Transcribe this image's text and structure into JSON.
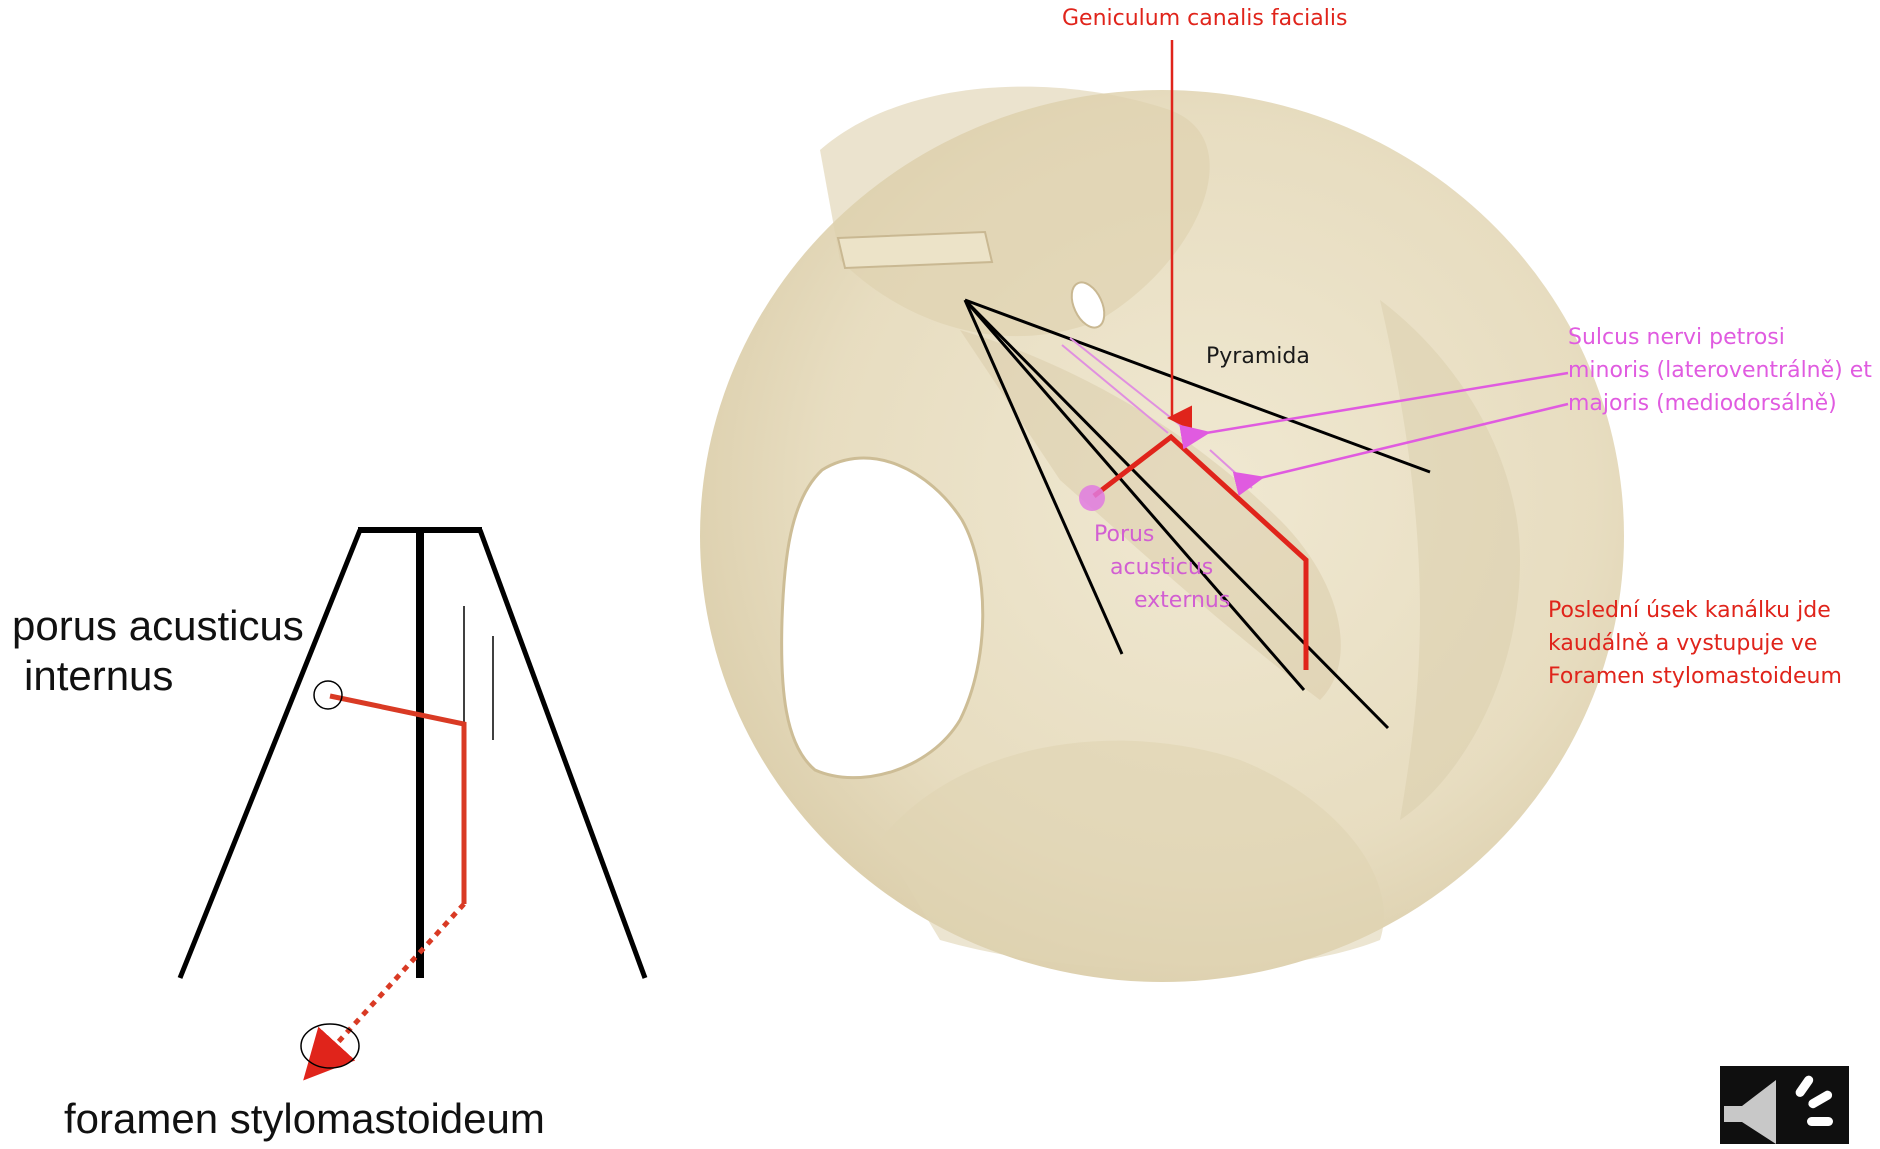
{
  "schematic": {
    "label_porus_line1": "porus acusticus",
    "label_porus_line2": "internus",
    "label_foramen": "foramen stylomastoideum"
  },
  "skull_image": {
    "label_geniculum": "Geniculum canalis facialis",
    "label_pyramida": "Pyramida",
    "label_sulcus_line1": "Sulcus nervi petrosi",
    "label_sulcus_line2": "minoris (lateroventrálně) et",
    "label_sulcus_line3": "majoris (mediodorsálně)",
    "label_porus_ext_line1": "Porus",
    "label_porus_ext_line2": "acusticus",
    "label_porus_ext_line3": "externus",
    "label_posledni_line1": "Poslední úsek kanálku jde",
    "label_posledni_line2": "kaudálně a  vystupuje ve",
    "label_posledni_line3": "Foramen stylomastoideum"
  },
  "media_controls": {
    "speaker_icon": "speaker-icon"
  },
  "colors": {
    "nerve_red": "#e0241b",
    "sulcus_magenta": "#e05be0",
    "bone": "#e9dfc4",
    "outline": "#000000",
    "background": "#ffffff"
  }
}
